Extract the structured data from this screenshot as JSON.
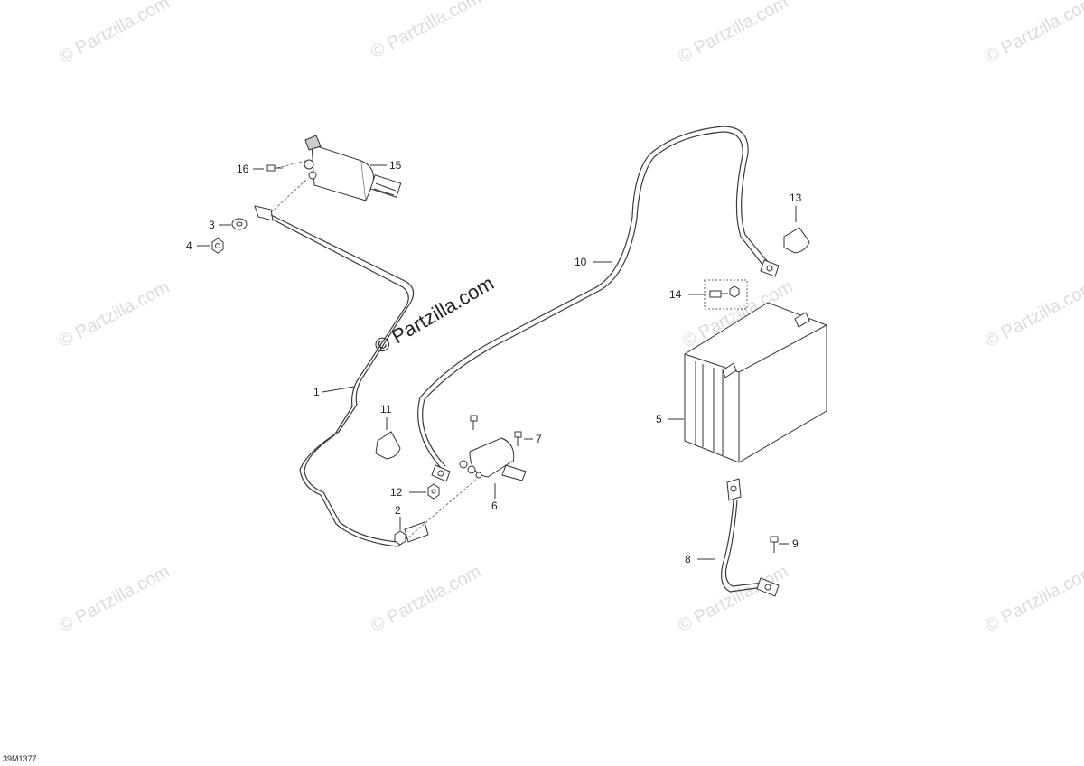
{
  "diagram": {
    "code": "39M1377",
    "watermark": "© Partzilla.com",
    "callouts": {
      "c1": "1",
      "c2": "2",
      "c3": "3",
      "c4": "4",
      "c5": "5",
      "c6": "6",
      "c7": "7",
      "c8": "8",
      "c9": "9",
      "c10": "10",
      "c11": "11",
      "c12": "12",
      "c13": "13",
      "c14": "14",
      "c15": "15",
      "c16": "16"
    }
  }
}
